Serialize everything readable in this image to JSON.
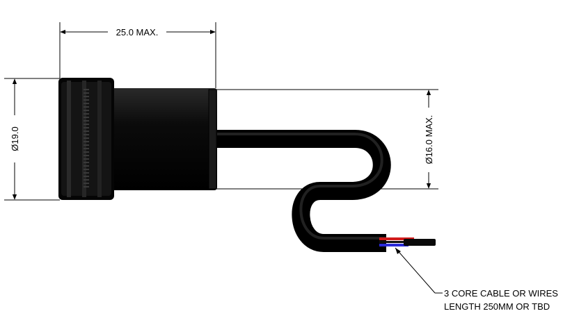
{
  "dimensions": {
    "length": "25.0 MAX.",
    "body_diameter": "Ø19.0",
    "cable_diameter": "Ø16.0 MAX."
  },
  "note": {
    "line1": "3 CORE CABLE OR WIRES",
    "line2": "LENGTH 250MM OR TBD"
  },
  "colors": {
    "body": "#0a0a0a",
    "wire_red": "#d11a1a",
    "wire_blue": "#2a2ad8",
    "wire_black": "#111111"
  }
}
